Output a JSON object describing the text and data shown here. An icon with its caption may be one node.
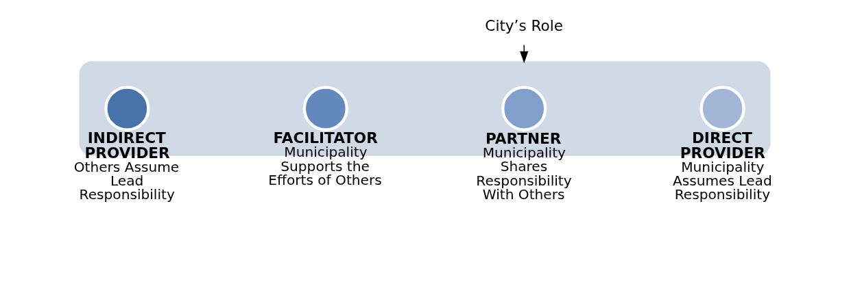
{
  "diagram": {
    "nodes": [
      {
        "text": [
          "City’s Role"
        ]
      },
      {
        "text": [],
        "shape": "box"
      },
      {
        "text": [
          "INDIRECT PROVIDER",
          "Others Assume Lead Responsibility"
        ],
        "in": 1
      },
      {
        "text": [
          "FACILITATOR",
          "Municipality Supports the Efforts of Others"
        ],
        "in": 1
      },
      {
        "text": [
          "PARTNER",
          "Municipality Shares Responsibility With Others"
        ],
        "in": 1
      },
      {
        "text": [
          "DIRECT PROVIDER",
          "Municipality Assumes Lead Responsibility"
        ],
        "in": 1
      }
    ],
    "edges": [
      {
        "from": 0,
        "to": 1,
        "arrow": "to"
      }
    ]
  }
}
